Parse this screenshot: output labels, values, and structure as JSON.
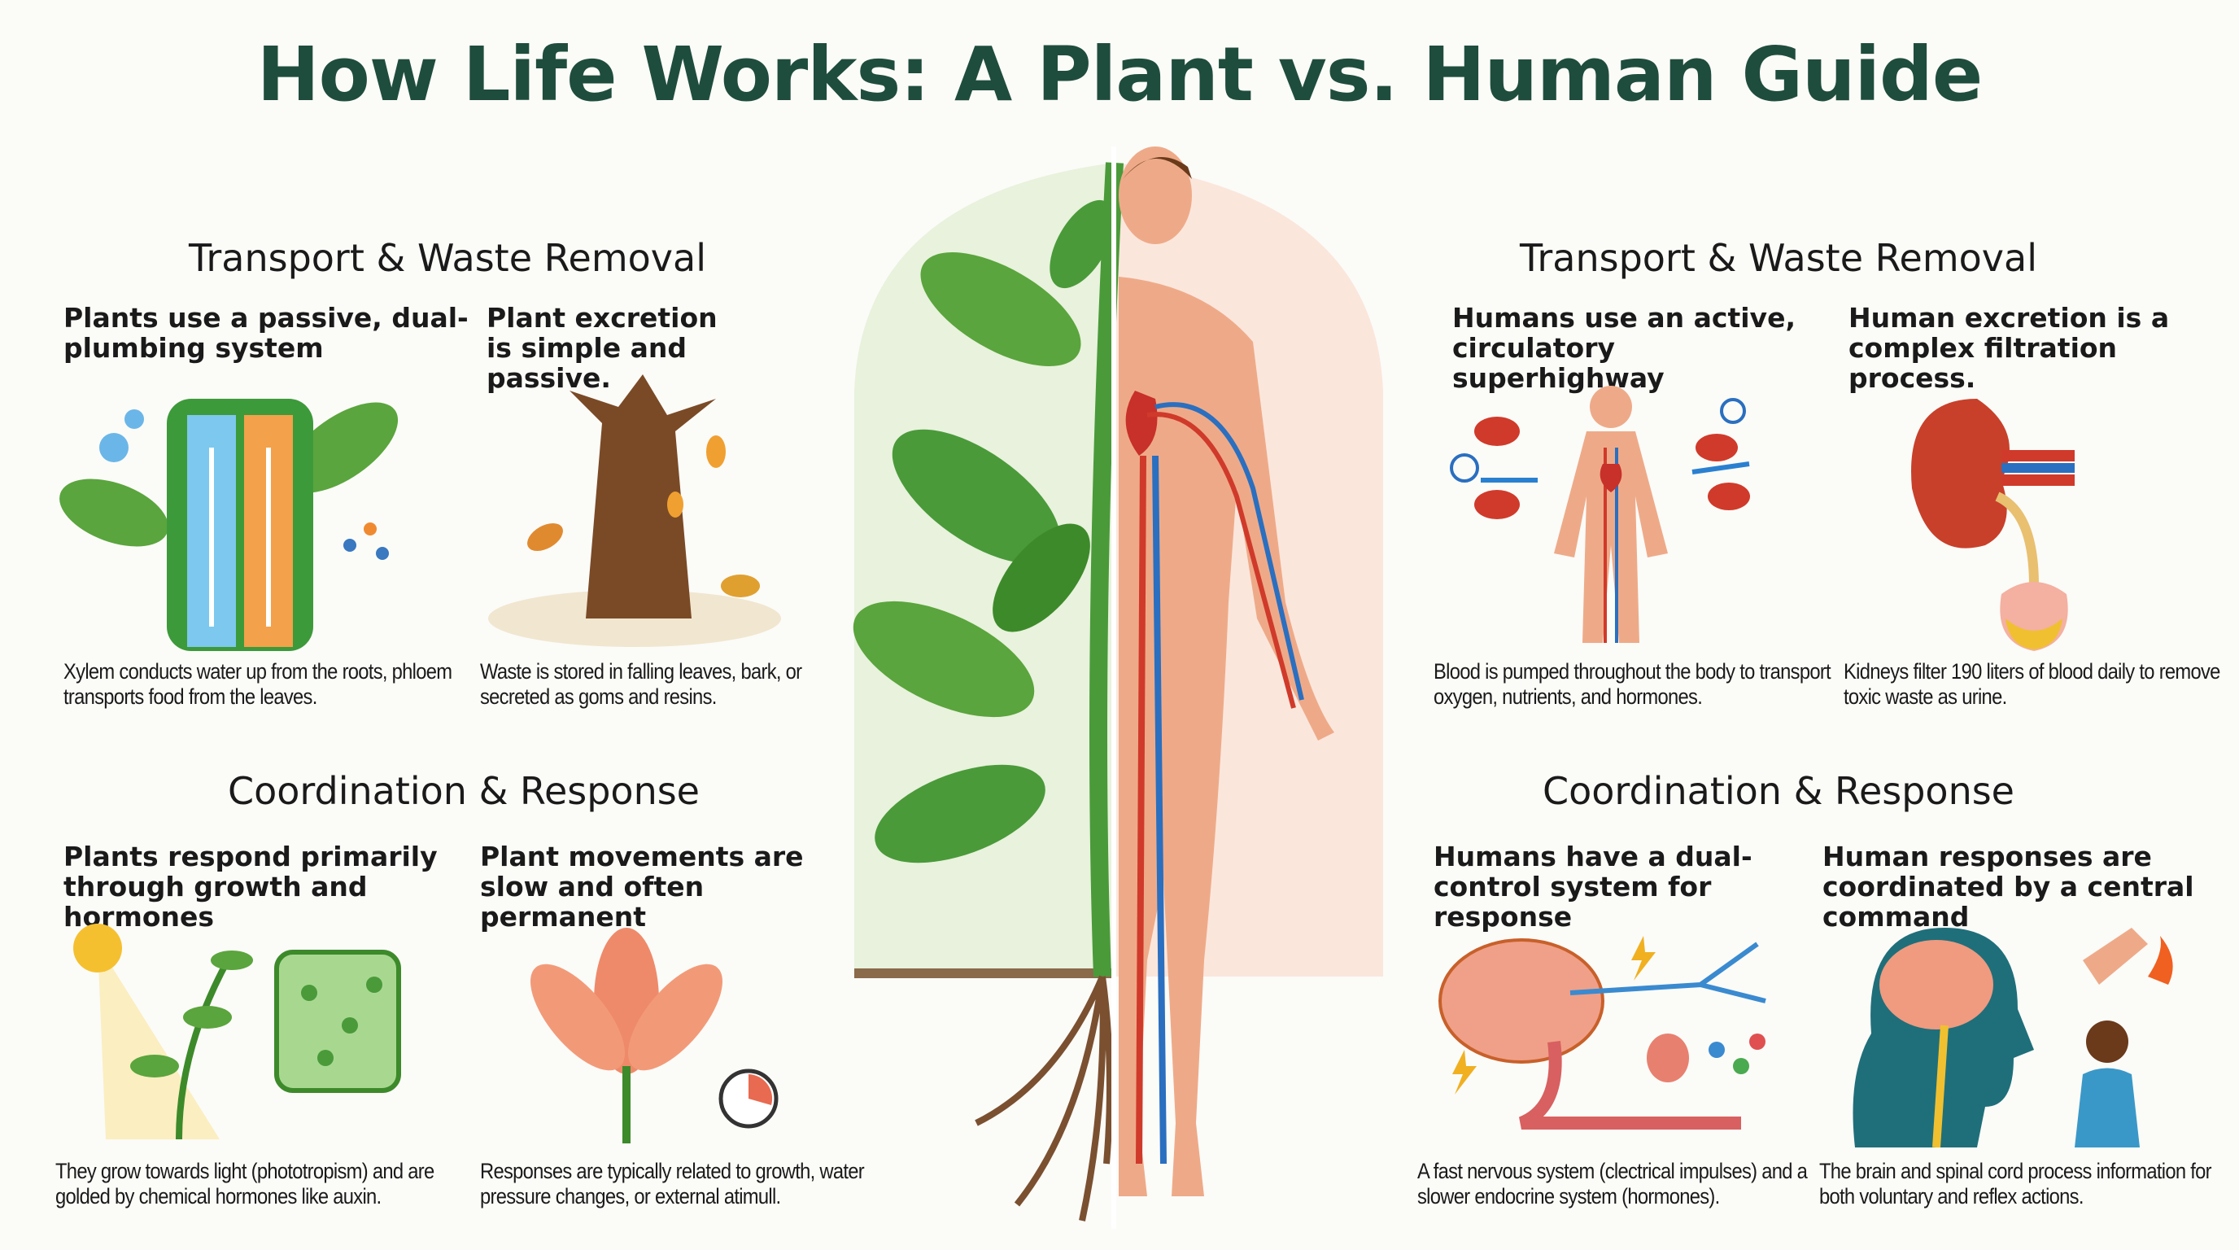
{
  "title": "How Life Works: A Plant vs. Human Guide",
  "plant": {
    "transport": {
      "heading": "Transport & Waste Removal",
      "cards": [
        {
          "title": "Plants use a passive, dual-plumbing system",
          "caption": "Xylem conducts water up from the roots, phloem transports food from the leaves.",
          "icon": "xylem-phloem-icon"
        },
        {
          "title": "Plant excretion is simple and passive.",
          "caption": "Waste is stored in falling leaves, bark, or secreted as goms and resins.",
          "icon": "tree-resin-icon"
        }
      ]
    },
    "coordination": {
      "heading": "Coordination & Response",
      "cards": [
        {
          "title": "Plants respond primarily through growth and hormones",
          "caption": "They grow towards light (phototropism) and are golded by chemical hormones like auxin.",
          "icon": "phototropism-icon"
        },
        {
          "title": "Plant movements are slow and often permanent",
          "caption": "Responses are typically related to growth, water pressure changes, or external atimull.",
          "icon": "flower-timer-icon"
        }
      ]
    }
  },
  "human": {
    "transport": {
      "heading": "Transport & Waste Removal",
      "cards": [
        {
          "title": "Humans use an active, circulatory superhighway",
          "caption": "Blood is pumped throughout the body to transport oxygen, nutrients, and hormones.",
          "icon": "circulatory-system-icon"
        },
        {
          "title": "Human excretion is a complex filtration process.",
          "caption": "Kidneys filter 190 liters of blood daily to remove toxic waste as urine.",
          "icon": "kidney-icon"
        }
      ]
    },
    "coordination": {
      "heading": "Coordination & Response",
      "cards": [
        {
          "title": "Humans have a dual-control system for response",
          "caption": "A fast nervous system (clectrical impulses) and a slower endocrine system (hormones).",
          "icon": "brain-neuron-icon"
        },
        {
          "title": "Human responses are coordinated by a central command",
          "caption": "The brain and spinal cord process information for both voluntary and reflex actions.",
          "icon": "brain-spine-icon"
        }
      ]
    }
  },
  "colors": {
    "title": "#1f4d3d",
    "leaf": "#4a9a3a",
    "artery": "#d03a2a",
    "vein": "#2a6fc0",
    "skin": "#eeaa88"
  }
}
